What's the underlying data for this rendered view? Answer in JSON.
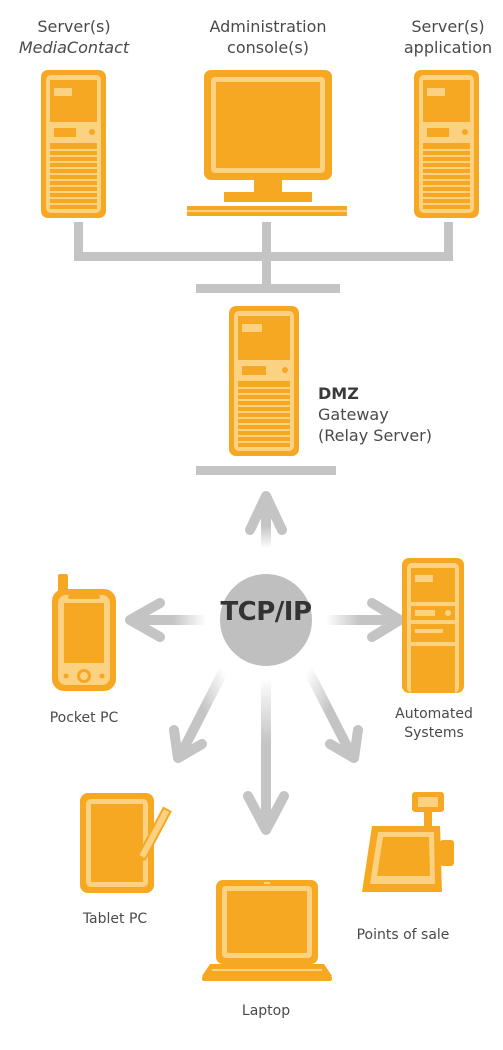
{
  "colors": {
    "accent": "#f7a823",
    "accent_light": "#fbd182",
    "connector": "#c4c4c4",
    "hub": "#bfbfbf",
    "text": "#4a4a4a"
  },
  "top": {
    "server_mc": {
      "line1": "Server(s)",
      "line2": "MediaContact"
    },
    "admin_console": {
      "line1": "Administration",
      "line2": "console(s)"
    },
    "server_app": {
      "line1": "Server(s)",
      "line2": "application"
    }
  },
  "dmz": {
    "title": "DMZ",
    "line1": "Gateway",
    "line2": "(Relay Server)"
  },
  "hub": {
    "label": "TCP/IP"
  },
  "clients": {
    "pocket_pc": "Pocket PC",
    "automated_line1": "Automated",
    "automated_line2": "Systems",
    "tablet_pc": "Tablet PC",
    "points_of_sale": "Points of sale",
    "laptop": "Laptop"
  },
  "icons": [
    "server-tower-icon",
    "monitor-icon",
    "pocket-pc-icon",
    "tablet-pc-icon",
    "laptop-icon",
    "cash-register-icon",
    "arrow-icon"
  ]
}
